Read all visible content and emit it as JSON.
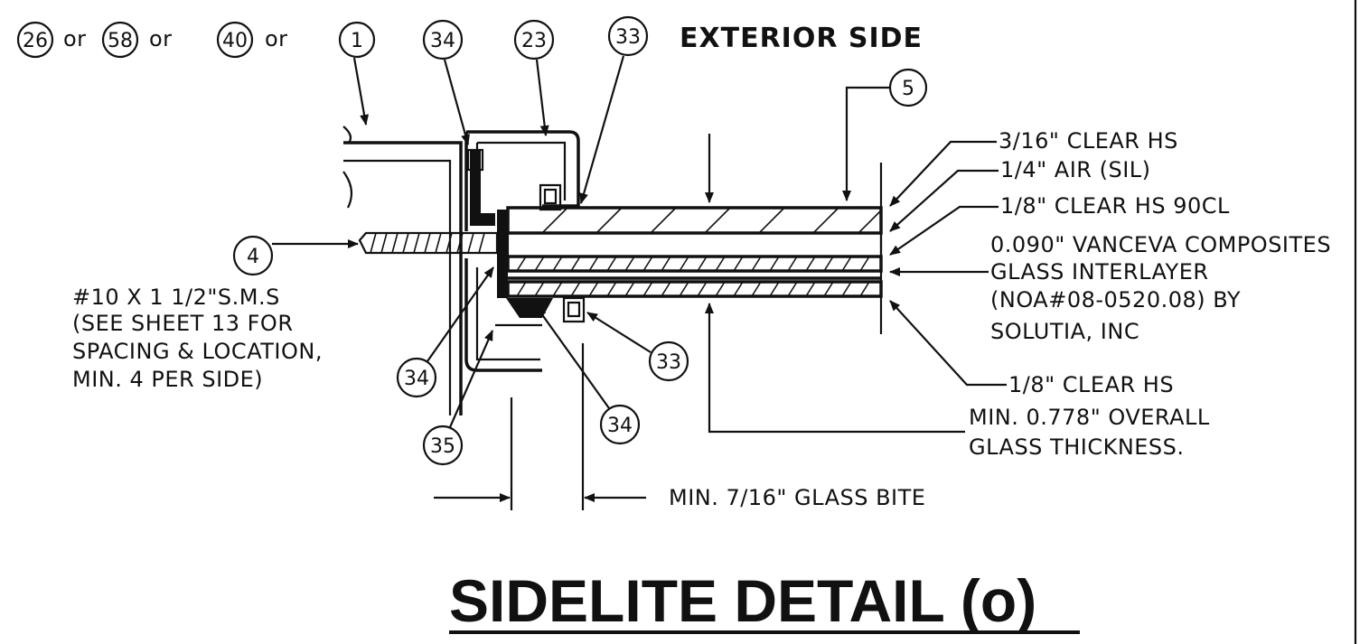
{
  "header": {
    "exterior_side": "EXTERIOR SIDE"
  },
  "title": "SIDELITE DETAIL (o)",
  "balloons": {
    "b26": "26",
    "b58": "58",
    "b40": "40",
    "b1": "1",
    "b34_top": "34",
    "b23": "23",
    "b33_top": "33",
    "b5": "5",
    "b4": "4",
    "b34_left": "34",
    "b33_bottom": "33",
    "b34_bottom": "34",
    "b35": "35"
  },
  "or_word": "or",
  "screw_note": [
    "#10 X 1 1/2\"S.M.S",
    "(SEE SHEET 13 FOR",
    "SPACING & LOCATION,",
    "MIN. 4 PER SIDE)"
  ],
  "glass_labels": {
    "l1": "3/16\" CLEAR HS",
    "l2": "1/4\" AIR (SIL)",
    "l3": "1/8\" CLEAR HS 90CL",
    "l4": "0.090\" VANCEVA COMPOSITES",
    "l5": "GLASS INTERLAYER",
    "l6": "(NOA#08-0520.08) BY",
    "l7": "SOLUTIA, INC",
    "l8": "1/8\" CLEAR HS",
    "l9": "MIN. 0.778\" OVERALL",
    "l10": "GLASS THICKNESS."
  },
  "glass_bite": "MIN. 7/16\" GLASS BITE"
}
